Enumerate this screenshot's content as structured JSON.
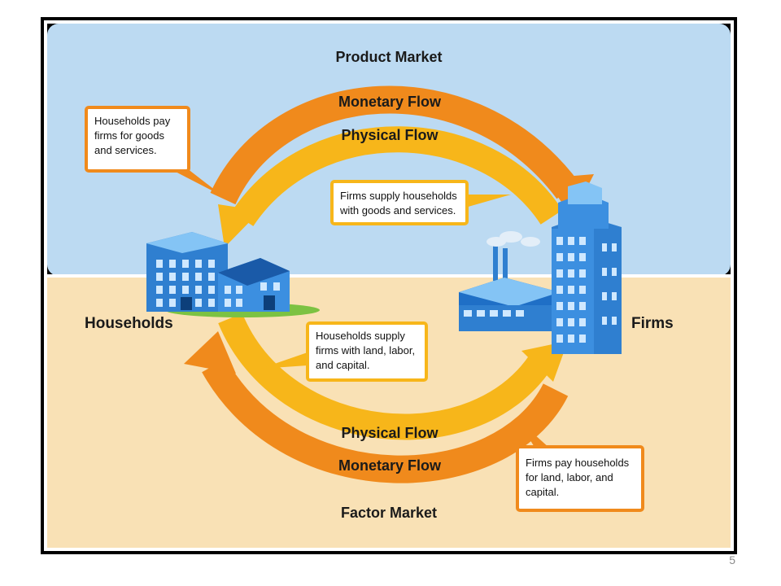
{
  "product_market": "Product Market",
  "factor_market": "Factor Market",
  "households": "Households",
  "firms": "Firms",
  "flows": {
    "top_monetary": "Monetary Flow",
    "top_physical": "Physical Flow",
    "bottom_physical": "Physical Flow",
    "bottom_monetary": "Monetary Flow"
  },
  "callouts": {
    "households_pay": [
      "Households pay",
      "firms for goods",
      "and services."
    ],
    "firms_supply": [
      "Firms supply households",
      "with goods and services."
    ],
    "households_supply": [
      "Households supply",
      "firms with land, labor,",
      "and capital."
    ],
    "firms_pay": [
      "Firms pay households",
      "for land, labor, and",
      "capital."
    ]
  },
  "page_number": "5",
  "colors": {
    "sky": "#bcdaf2",
    "ground": "#f9e1b5",
    "monetary": "#f08a1c",
    "physical": "#f7b61a",
    "callout_border": "#f08a1c",
    "building": "#2f7fd0"
  }
}
